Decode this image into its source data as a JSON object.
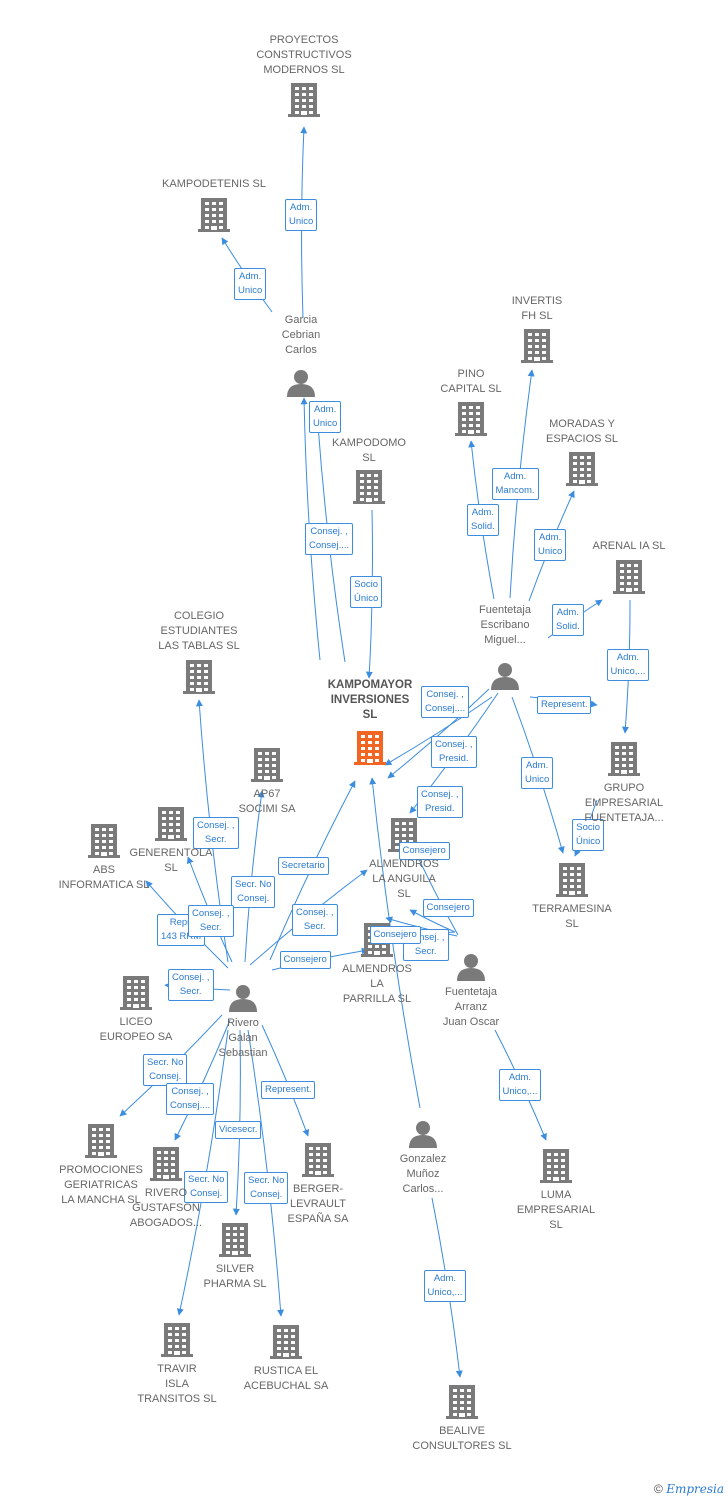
{
  "colors": {
    "node": "#7a7a7a",
    "focus": "#f26522",
    "edge": "#3c8dde"
  },
  "nodes": [
    {
      "id": "kampomayor",
      "type": "company",
      "focus": true,
      "label": "KAMPOMAYOR\nINVERSIONES\nSL"
    },
    {
      "id": "proyectos",
      "type": "company",
      "label": "PROYECTOS\nCONSTRUCTIVOS\nMODERNOS SL"
    },
    {
      "id": "kampodetenis",
      "type": "company",
      "label": "KAMPODETENIS SL"
    },
    {
      "id": "garcia",
      "type": "person",
      "label": "Garcia\nCebrian\nCarlos"
    },
    {
      "id": "kampodomo",
      "type": "company",
      "label": "KAMPODOMO\nSL"
    },
    {
      "id": "invertis",
      "type": "company",
      "label": "INVERTIS\nFH SL"
    },
    {
      "id": "pino",
      "type": "company",
      "label": "PINO\nCAPITAL SL"
    },
    {
      "id": "moradas",
      "type": "company",
      "label": "MORADAS Y\nESPACIOS  SL"
    },
    {
      "id": "arenalia",
      "type": "company",
      "label": "ARENAL IA  SL"
    },
    {
      "id": "fuentetaja_m",
      "type": "person",
      "label": "Fuentetaja\nEscribano\nMiguel..."
    },
    {
      "id": "grupo",
      "type": "company",
      "label": "GRUPO\nEMPRESARIAL\nFUENTETAJA..."
    },
    {
      "id": "terramesina",
      "type": "company",
      "label": "TERRAMESINA\nSL"
    },
    {
      "id": "colegio",
      "type": "company",
      "label": "COLEGIO\nESTUDIANTES\nLAS TABLAS SL"
    },
    {
      "id": "ap67",
      "type": "company",
      "label": "AP67\nSOCIMI SA"
    },
    {
      "id": "generentola",
      "type": "company",
      "label": "GENERENTOLA\nSL"
    },
    {
      "id": "abs",
      "type": "company",
      "label": "ABS\nINFORMATICA SL"
    },
    {
      "id": "almendros_anguila",
      "type": "company",
      "label": "ALMENDROS\nLA ANGUILA\nSL"
    },
    {
      "id": "almendros_parrilla",
      "type": "company",
      "label": "ALMENDROS\nLA\nPARRILLA  SL"
    },
    {
      "id": "fuentetaja_j",
      "type": "person",
      "label": "Fuentetaja\nArranz\nJuan Oscar"
    },
    {
      "id": "liceo",
      "type": "company",
      "label": "LICEO\nEUROPEO SA"
    },
    {
      "id": "rivero",
      "type": "person",
      "label": "Rivero\nGalan\nSebastian"
    },
    {
      "id": "promociones",
      "type": "company",
      "label": "PROMOCIONES\nGERIATRICAS\nLA MANCHA SL"
    },
    {
      "id": "rivero_gustafson",
      "type": "company",
      "label": "RIVERO\nGUSTAFSON\nABOGADOS..."
    },
    {
      "id": "berger",
      "type": "company",
      "label": "BERGER-\nLEVRAULT\nESPAÑA SA"
    },
    {
      "id": "silver",
      "type": "company",
      "label": "SILVER\nPHARMA  SL"
    },
    {
      "id": "gonzalez",
      "type": "person",
      "label": "Gonzalez\nMuñoz\nCarlos..."
    },
    {
      "id": "luma",
      "type": "company",
      "label": "LUMA\nEMPRESARIAL\nSL"
    },
    {
      "id": "travir",
      "type": "company",
      "label": "TRAVIR\nISLA\nTRANSITOS SL"
    },
    {
      "id": "rustica",
      "type": "company",
      "label": "RUSTICA EL\nACEBUCHAL SA"
    },
    {
      "id": "bealive",
      "type": "company",
      "label": "BEALIVE\nCONSULTORES SL"
    }
  ],
  "edges": [
    {
      "from": "garcia",
      "to": "proyectos",
      "label": "Adm.\nUnico"
    },
    {
      "from": "garcia",
      "to": "kampodetenis",
      "label": "Adm.\nUnico"
    },
    {
      "from": "garcia",
      "to": "kampomayor",
      "label": "Adm.\nUnico"
    },
    {
      "from": "garcia",
      "to": "kampomayor",
      "label": "Consej. ,\nConsej...."
    },
    {
      "from": "kampodomo",
      "to": "kampomayor",
      "label": "Socio\nÚnico"
    },
    {
      "from": "fuentetaja_m",
      "to": "pino",
      "label": "Adm.\nSolid."
    },
    {
      "from": "fuentetaja_m",
      "to": "invertis",
      "label": "Adm.\nMancom."
    },
    {
      "from": "fuentetaja_m",
      "to": "moradas",
      "label": "Adm.\nUnico"
    },
    {
      "from": "fuentetaja_m",
      "to": "arenalia",
      "label": "Adm.\nSolid."
    },
    {
      "from": "arenalia",
      "to": "grupo",
      "label": "Adm.\nUnico,..."
    },
    {
      "from": "fuentetaja_m",
      "to": "grupo",
      "label": "Represent."
    },
    {
      "from": "fuentetaja_m",
      "to": "terramesina",
      "label": "Adm.\nUnico"
    },
    {
      "from": "grupo",
      "to": "terramesina",
      "label": "Socio\nÚnico"
    },
    {
      "from": "fuentetaja_m",
      "to": "kampomayor",
      "label": "Consej. ,\nConsej...."
    },
    {
      "from": "fuentetaja_m",
      "to": "kampomayor",
      "label": "Consej. ,\nPresid."
    },
    {
      "from": "fuentetaja_m",
      "to": "almendros_anguila",
      "label": "Consej. ,\nPresid."
    },
    {
      "from": "fuentetaja_j",
      "to": "almendros_anguila",
      "label": "Consejero"
    },
    {
      "from": "fuentetaja_j",
      "to": "almendros_parrilla",
      "label": "Consejero"
    },
    {
      "from": "fuentetaja_j",
      "to": "almendros_parrilla",
      "label": "Consej. ,\nSecr."
    },
    {
      "from": "fuentetaja_j",
      "to": "almendros_parrilla",
      "label": "Consejero"
    },
    {
      "from": "fuentetaja_j",
      "to": "luma",
      "label": "Adm.\nUnico,..."
    },
    {
      "from": "rivero",
      "to": "colegio",
      "label": "Consej. ,\nSecr."
    },
    {
      "from": "rivero",
      "to": "ap67",
      "label": "Secr.  No\nConsej."
    },
    {
      "from": "rivero",
      "to": "kampomayor",
      "label": "Secretario"
    },
    {
      "from": "rivero",
      "to": "abs",
      "label": "Repr.\n143 RRM"
    },
    {
      "from": "rivero",
      "to": "generentola",
      "label": "Consej. ,\nSecr."
    },
    {
      "from": "rivero",
      "to": "almendros_anguila",
      "label": "Consej. ,\nSecr."
    },
    {
      "from": "rivero",
      "to": "almendros_parrilla",
      "label": "Consejero"
    },
    {
      "from": "rivero",
      "to": "liceo",
      "label": "Consej. ,\nSecr."
    },
    {
      "from": "rivero",
      "to": "promociones",
      "label": "Secr.  No\nConsej."
    },
    {
      "from": "rivero",
      "to": "rivero_gustafson",
      "label": "Consej. ,\nConsej...."
    },
    {
      "from": "rivero",
      "to": "berger",
      "label": "Represent."
    },
    {
      "from": "rivero",
      "to": "silver",
      "label": "Vicesecr."
    },
    {
      "from": "rivero",
      "to": "travir",
      "label": "Secr.  No\nConsej."
    },
    {
      "from": "rivero",
      "to": "rustica",
      "label": "Secr.  No\nConsej."
    },
    {
      "from": "gonzalez",
      "to": "kampomayor",
      "label": ""
    },
    {
      "from": "gonzalez",
      "to": "bealive",
      "label": "Adm.\nUnico,..."
    }
  ],
  "footer": {
    "copyright": "©",
    "brand": "Empresia"
  }
}
